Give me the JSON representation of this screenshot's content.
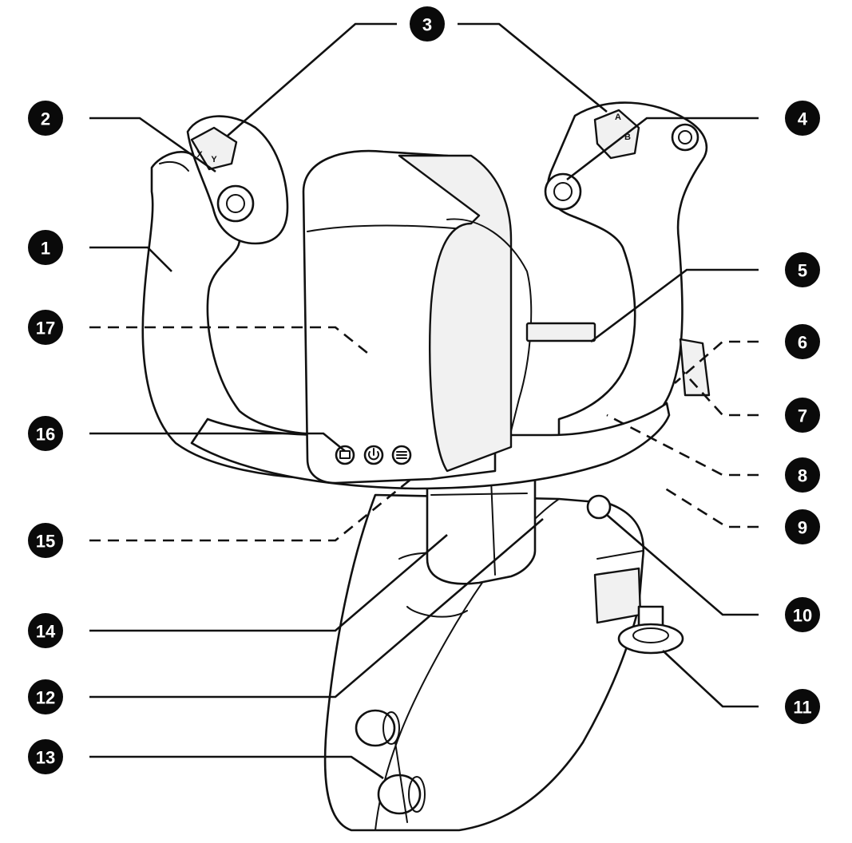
{
  "callouts": [
    {
      "id": "c1",
      "number": "1"
    },
    {
      "id": "c2",
      "number": "2"
    },
    {
      "id": "c3",
      "number": "3"
    },
    {
      "id": "c4",
      "number": "4"
    },
    {
      "id": "c5",
      "number": "5"
    },
    {
      "id": "c6",
      "number": "6"
    },
    {
      "id": "c7",
      "number": "7"
    },
    {
      "id": "c8",
      "number": "8"
    },
    {
      "id": "c9",
      "number": "9"
    },
    {
      "id": "c10",
      "number": "10"
    },
    {
      "id": "c11",
      "number": "11"
    },
    {
      "id": "c12",
      "number": "12"
    },
    {
      "id": "c13",
      "number": "13"
    },
    {
      "id": "c14",
      "number": "14"
    },
    {
      "id": "c15",
      "number": "15"
    },
    {
      "id": "c16",
      "number": "16"
    },
    {
      "id": "c17",
      "number": "17"
    }
  ],
  "face_buttons": {
    "left": [
      "X",
      "Y"
    ],
    "right": [
      "A",
      "B"
    ]
  },
  "icons": {
    "center_buttons": [
      "view-icon",
      "power-icon",
      "menu-icon"
    ]
  }
}
